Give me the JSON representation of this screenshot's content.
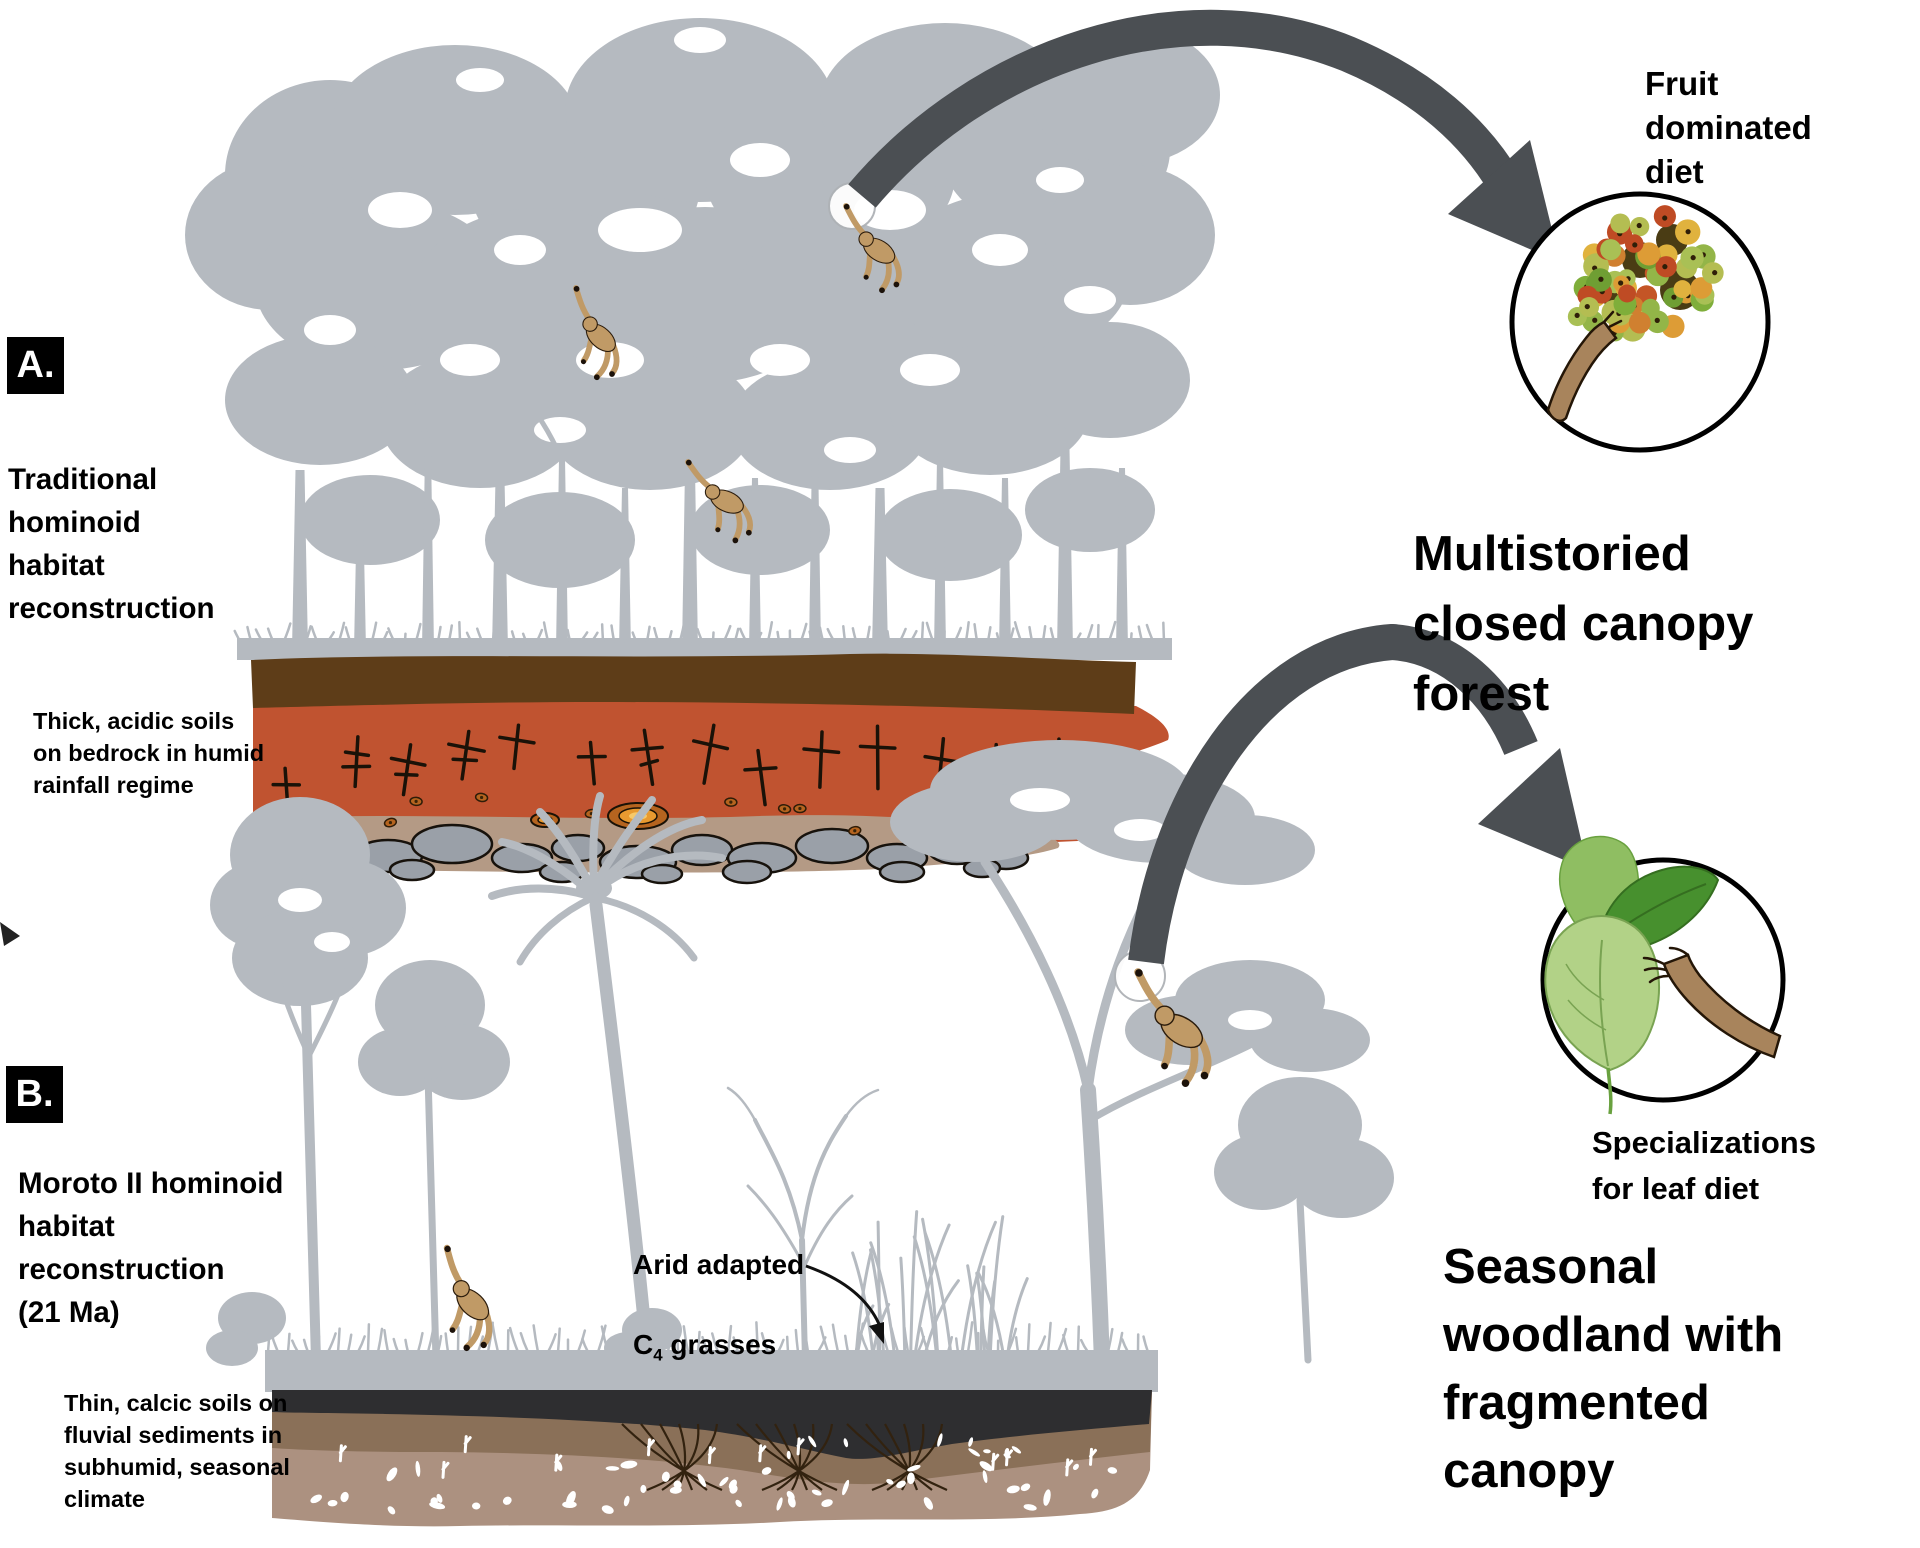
{
  "panel_a": {
    "badge": "A.",
    "title": "Traditional\nhominoid\nhabitat\nreconstruction",
    "soil_caption": "Thick, acidic soils\non bedrock in humid\nrainfall regime",
    "diet_label": "Fruit\ndominated\ndiet",
    "habitat_label": "Multistoried\nclosed canopy\nforest"
  },
  "panel_b": {
    "badge": "B.",
    "title": "Moroto II hominoid\nhabitat\nreconstruction\n(21 Ma)",
    "soil_caption": "Thin, calcic soils on\nfluvial sediments in\nsubhumid, seasonal\nclimate",
    "grass_line1": "Arid adapted",
    "grass_c": "C",
    "grass_sub": "4",
    "grass_rest": " grasses",
    "diet_label": "Specializations\nfor leaf diet",
    "habitat_label": "Seasonal\nwoodland with\nfragmented\ncanopy"
  },
  "icons": {
    "forest_a": "closed-canopy-forest-silhouette",
    "woodland_b": "open-woodland-silhouette",
    "monkey": "hominoid-silhouette",
    "highlight": "white-highlight-circle",
    "arrow": "thick-curved-arrow",
    "fruit_circle": "fruit-cluster-with-hand",
    "leaf_circle": "leaves-with-hand",
    "soil_a": "red-paleosol-cross-section",
    "soil_b": "calcic-soil-cross-section"
  },
  "colors": {
    "tree": "#b5bac0",
    "arrow": "#4b4f53",
    "text": "#000000",
    "soil_a_top": "#5e3d18",
    "soil_a_main": "#c05330",
    "soil_a_base": "#b49a85",
    "rock": "#9aa0a8",
    "soil_b_top": "#2e2e30",
    "soil_b_mid": "#8a7058",
    "soil_b_base": "#ac9180",
    "monkey": "#c09a66",
    "nodule": "#c87c22",
    "arm": "#a8845c",
    "leaf_light": "#b2d287",
    "leaf_mid": "#8fbe62",
    "leaf_dark": "#47902e",
    "fruit_palette": [
      "#7fae3a",
      "#a9c055",
      "#d08030",
      "#c45526",
      "#b4bd52",
      "#dd9c36",
      "#93b548",
      "#bf4b24",
      "#e0b23e",
      "#6f9e33"
    ]
  }
}
